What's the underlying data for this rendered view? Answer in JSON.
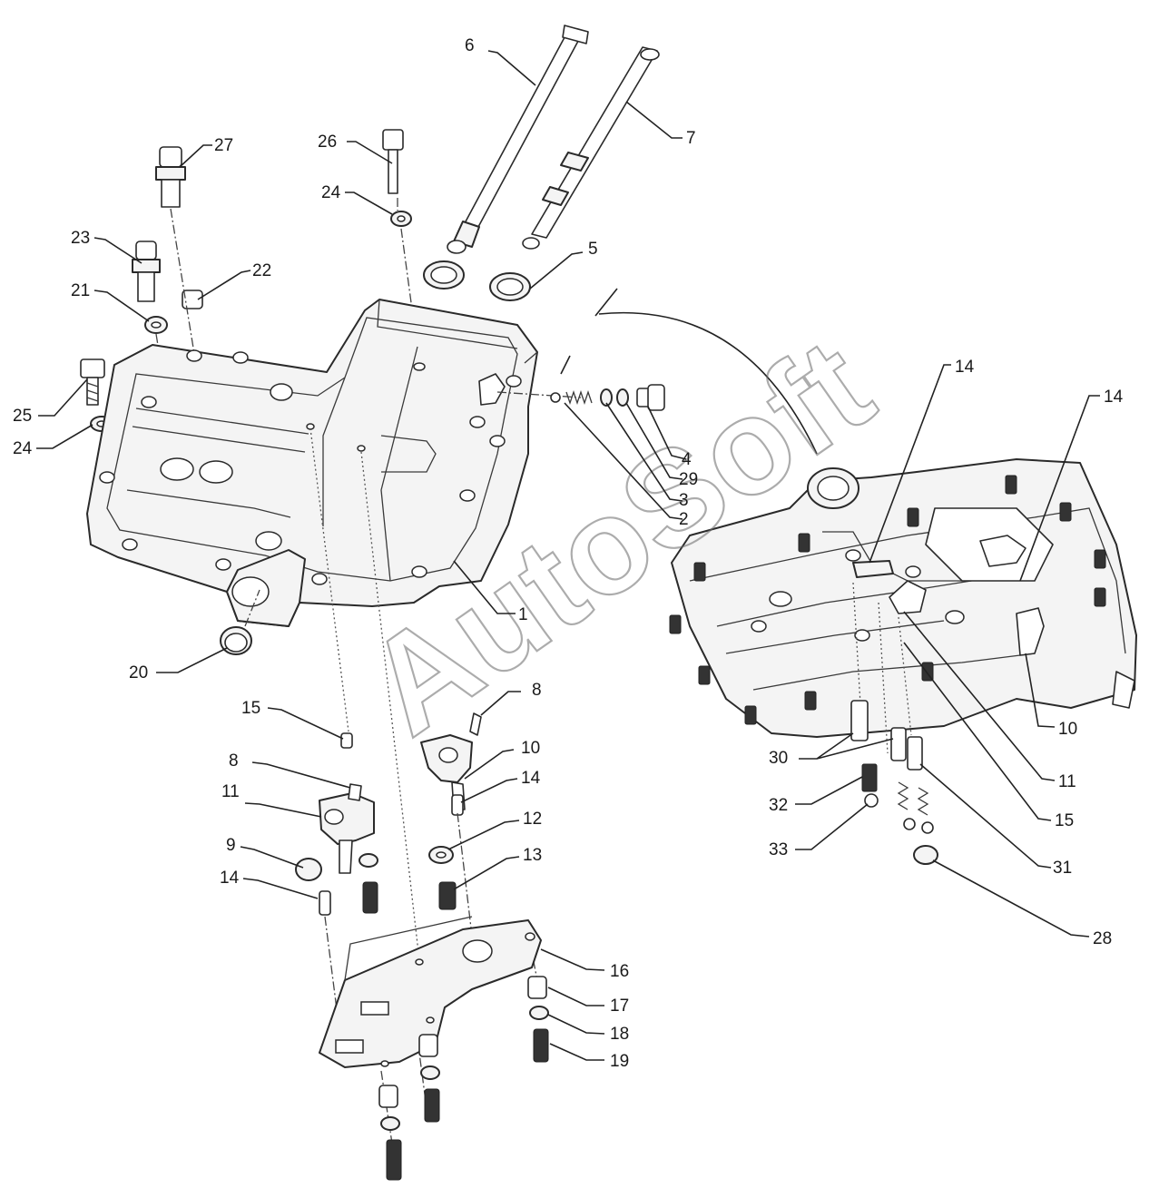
{
  "watermark": "AutoSoft",
  "callouts": [
    {
      "label": "1"
    },
    {
      "label": "2"
    },
    {
      "label": "3"
    },
    {
      "label": "4"
    },
    {
      "label": "5"
    },
    {
      "label": "6"
    },
    {
      "label": "7"
    },
    {
      "label": "8"
    },
    {
      "label": "8"
    },
    {
      "label": "9"
    },
    {
      "label": "10"
    },
    {
      "label": "10"
    },
    {
      "label": "11"
    },
    {
      "label": "11"
    },
    {
      "label": "12"
    },
    {
      "label": "13"
    },
    {
      "label": "14"
    },
    {
      "label": "14"
    },
    {
      "label": "14"
    },
    {
      "label": "14"
    },
    {
      "label": "15"
    },
    {
      "label": "15"
    },
    {
      "label": "16"
    },
    {
      "label": "17"
    },
    {
      "label": "18"
    },
    {
      "label": "19"
    },
    {
      "label": "20"
    },
    {
      "label": "21"
    },
    {
      "label": "22"
    },
    {
      "label": "23"
    },
    {
      "label": "24"
    },
    {
      "label": "24"
    },
    {
      "label": "25"
    },
    {
      "label": "26"
    },
    {
      "label": "27"
    },
    {
      "label": "28"
    },
    {
      "label": "29"
    },
    {
      "label": "30"
    },
    {
      "label": "31"
    },
    {
      "label": "32"
    },
    {
      "label": "33"
    }
  ]
}
